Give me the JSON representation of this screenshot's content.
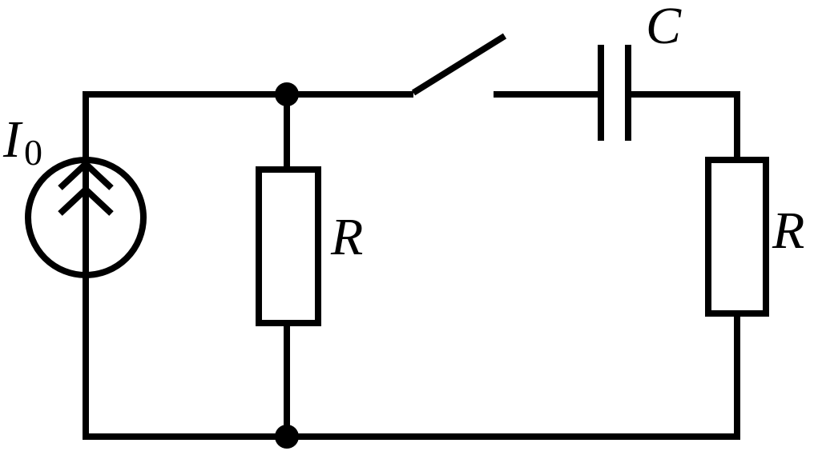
{
  "diagram": {
    "source_label": "I",
    "source_subscript": "0",
    "resistor_left_label": "R",
    "resistor_right_label": "R",
    "capacitor_label": "C",
    "colors": {
      "line": "#000000",
      "background": "#ffffff"
    }
  }
}
